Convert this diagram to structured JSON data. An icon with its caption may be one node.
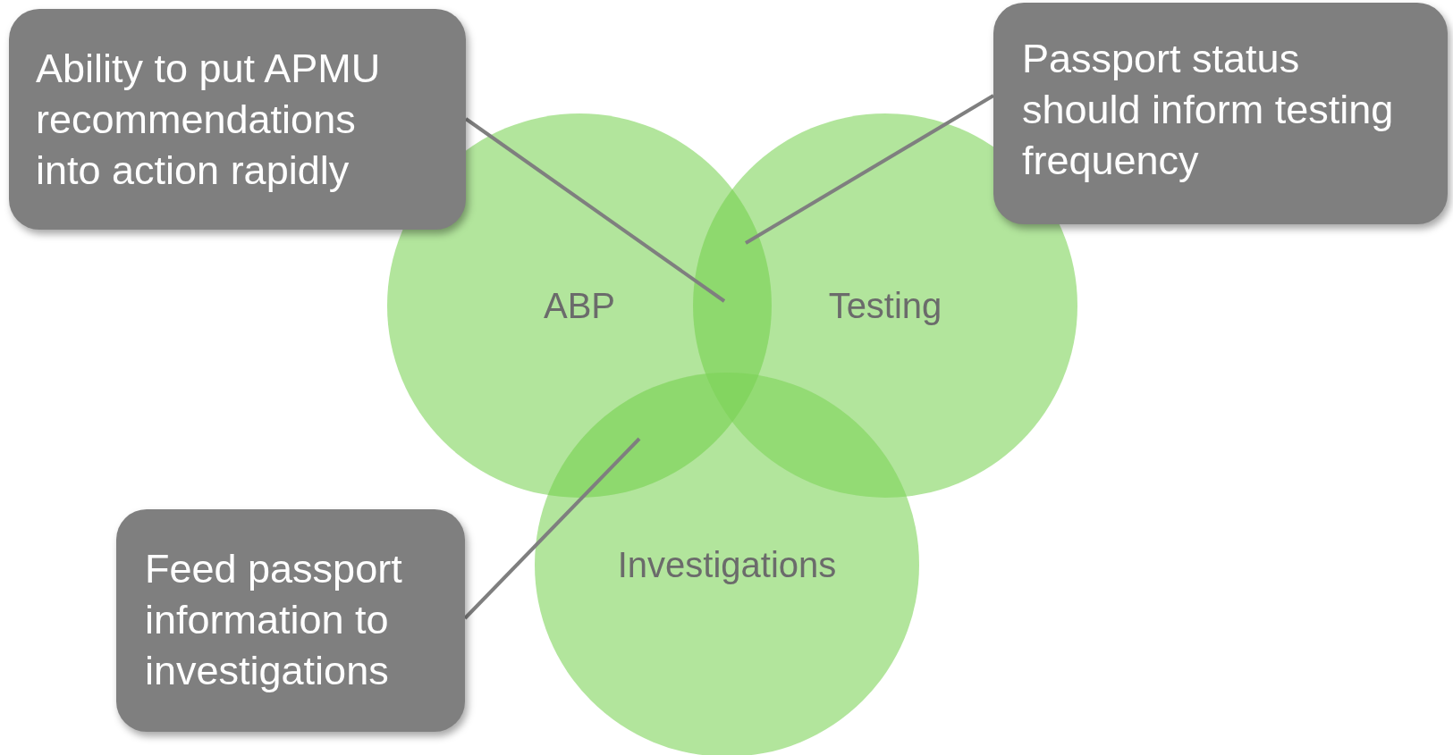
{
  "diagram": {
    "nodes": [
      {
        "text": [
          "Ability to put APMU recommendations into action rapidly"
        ]
      },
      {
        "text": [
          "Passport status should inform testing frequency"
        ]
      },
      {
        "text": [
          "ABP"
        ]
      },
      {
        "text": [
          "Testing"
        ]
      },
      {
        "text": [
          "Investigations"
        ]
      },
      {
        "text": [
          "Feed passport information to investigations"
        ]
      },
      {
        "text": [],
        "shape": "lens"
      },
      {
        "text": [],
        "shape": "lens"
      }
    ],
    "edges": [
      {
        "from": 0,
        "to": 6,
        "arrow": "none"
      },
      {
        "from": 1,
        "to": 6,
        "arrow": "none"
      },
      {
        "from": 5,
        "to": 7,
        "arrow": "none"
      }
    ]
  }
}
